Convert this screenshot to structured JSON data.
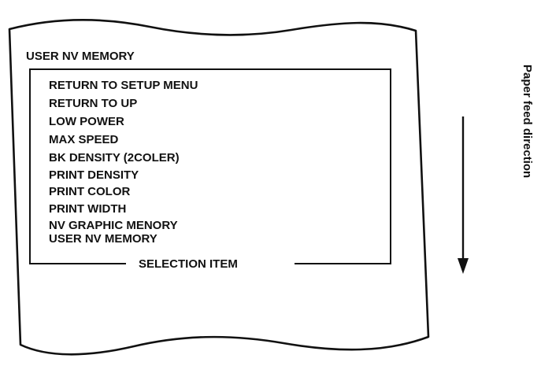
{
  "receipt": {
    "heading": "USER NV MEMORY",
    "menu_items": [
      "RETURN TO SETUP MENU",
      "RETURN TO UP",
      "LOW POWER",
      "MAX SPEED",
      "BK DENSITY (2COLER)",
      "PRINT DENSITY",
      "PRINT COLOR",
      "PRINT WIDTH",
      "NV GRAPHIC MENORY",
      "USER NV MEMORY"
    ],
    "selection_label": "SELECTION ITEM"
  },
  "feed": {
    "label": "Paper feed direction"
  }
}
